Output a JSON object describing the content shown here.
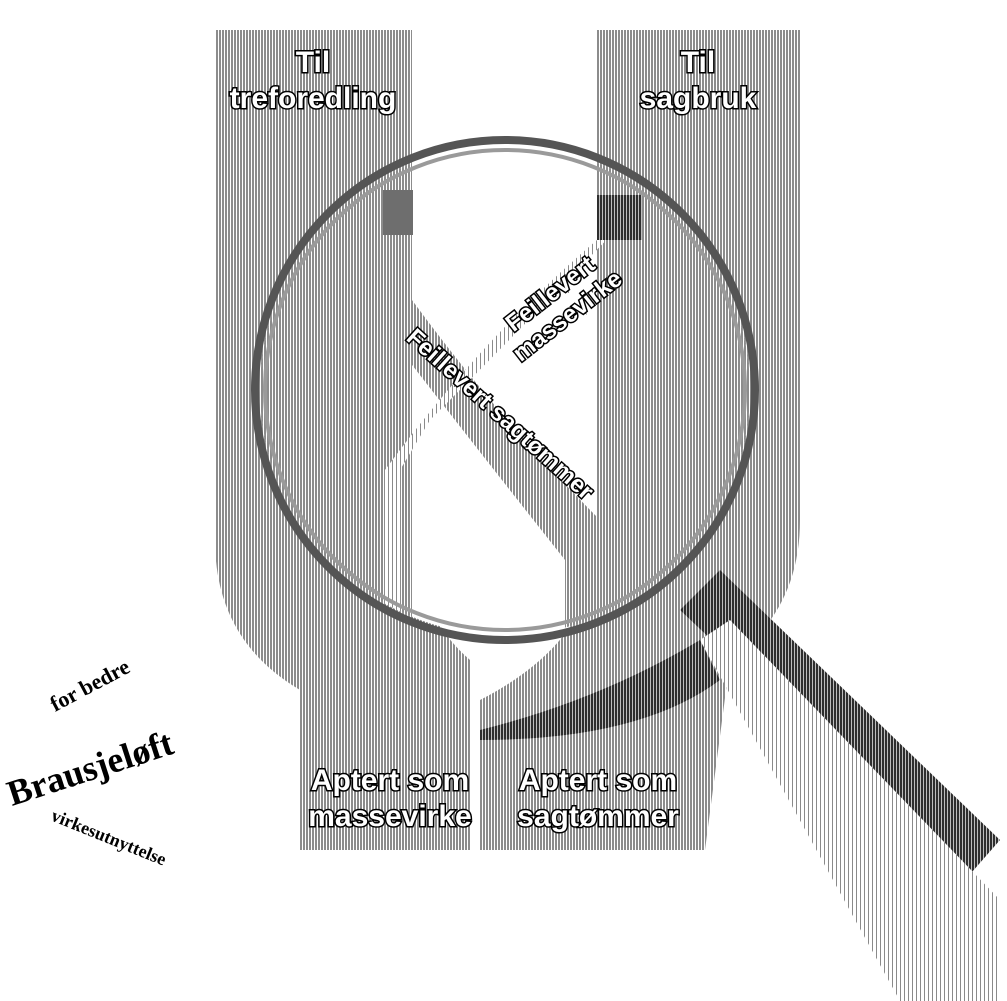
{
  "top_labels": {
    "left": [
      "Til",
      "treforedling"
    ],
    "right": [
      "Til",
      "sagbruk"
    ]
  },
  "bottom_labels": {
    "left": [
      "Aptert som",
      "massevirke"
    ],
    "right": [
      "Aptert som",
      "sagtømmer"
    ]
  },
  "diagonal_labels": {
    "mass": [
      "Feillevert",
      "massevirke"
    ],
    "saw": "Feillevert sagtømmer"
  },
  "badge": {
    "top": "for bedre",
    "main": "Brausjeløft",
    "bottom": "virkesutnyttelse"
  },
  "colors": {
    "flow_gray": "#9a9a9a",
    "flow_gray_dark": "#6e6e6e",
    "handle_dark": "#3a3a3a",
    "lens_rim": "#555555"
  }
}
